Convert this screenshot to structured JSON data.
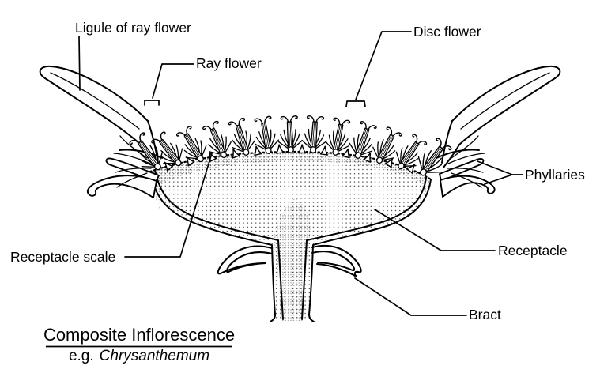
{
  "diagram": {
    "title": "Composite Inflorescence",
    "subtitle_prefix": "e.g.",
    "subtitle_species": "Chrysanthemum",
    "labels": {
      "ligule": "Ligule of ray flower",
      "ray_flower": "Ray flower",
      "disc_flower": "Disc flower",
      "phyllaries": "Phyllaries",
      "receptacle": "Receptacle",
      "bract": "Bract",
      "receptacle_scale": "Receptacle scale"
    },
    "colors": {
      "line": "#000000",
      "background": "#ffffff"
    }
  }
}
